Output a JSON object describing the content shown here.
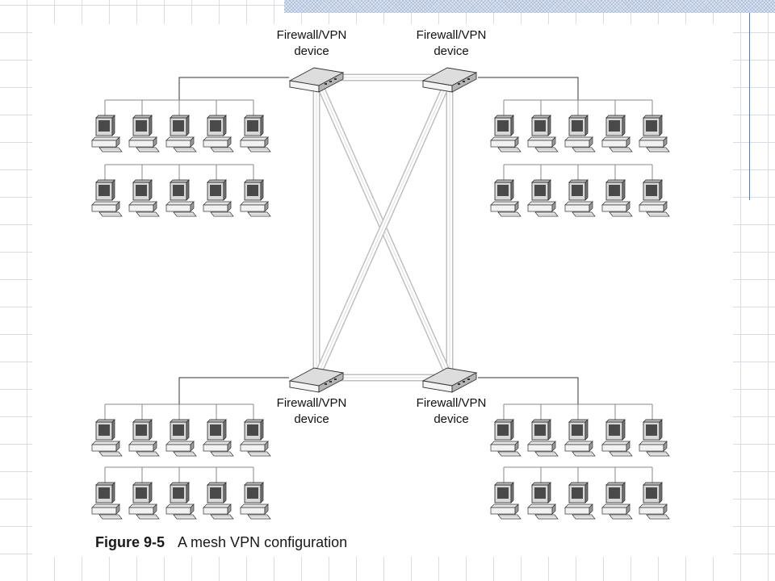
{
  "devices": {
    "top_left": {
      "label_line1": "Firewall/VPN",
      "label_line2": "device"
    },
    "top_right": {
      "label_line1": "Firewall/VPN",
      "label_line2": "device"
    },
    "bottom_left": {
      "label_line1": "Firewall/VPN",
      "label_line2": "device"
    },
    "bottom_right": {
      "label_line1": "Firewall/VPN",
      "label_line2": "device"
    }
  },
  "caption": {
    "figure": "Figure 9-5",
    "text": "A mesh VPN configuration"
  },
  "computers_per_row": 5,
  "rows_per_cluster": 2,
  "mesh_connections": [
    [
      "top_left",
      "top_right"
    ],
    [
      "bottom_left",
      "bottom_right"
    ],
    [
      "top_left",
      "bottom_left"
    ],
    [
      "top_right",
      "bottom_right"
    ],
    [
      "top_left",
      "bottom_right"
    ],
    [
      "top_right",
      "bottom_left"
    ]
  ]
}
